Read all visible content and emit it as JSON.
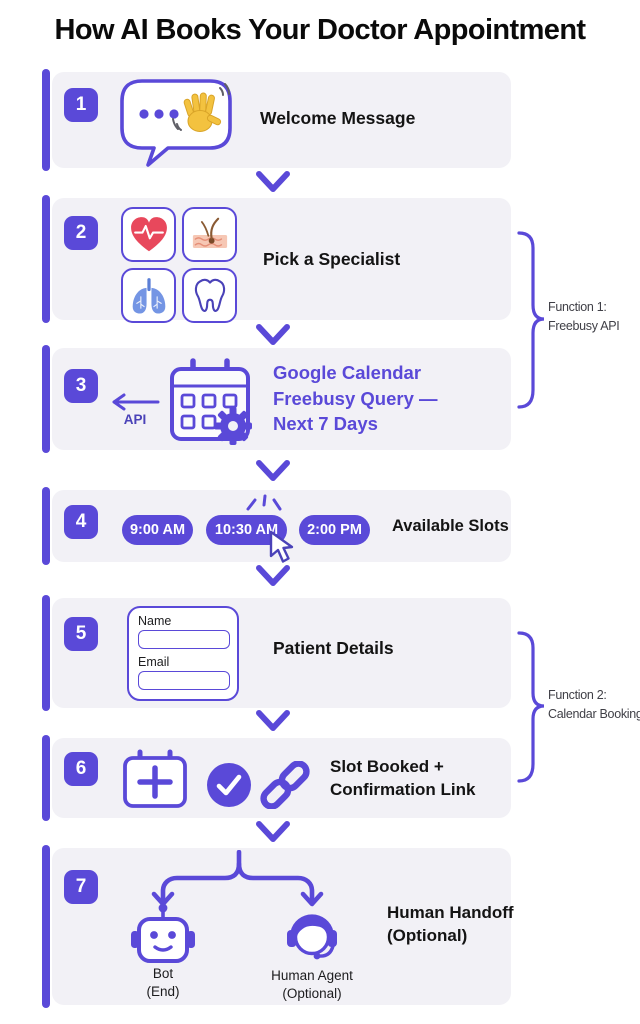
{
  "title": "How AI Books Your Doctor Appointment",
  "colors": {
    "accent": "#5A49D8",
    "row_background": "#F2F1F6",
    "title_text": "#0A0A0A",
    "heart_red": "#E8485C",
    "skin_peach": "#F6C7B4",
    "hair_brown": "#8A5A33",
    "lungs_blue": "#7495E4",
    "hand_yellow": "#F3C23F",
    "function_label": "#3F3F46"
  },
  "steps": [
    {
      "num": "1",
      "label": "Welcome Message"
    },
    {
      "num": "2",
      "label": "Pick a Specialist"
    },
    {
      "num": "3",
      "api_label": "API",
      "label_lines": [
        "Google Calendar",
        "Freebusy Query —",
        "Next 7 Days"
      ]
    },
    {
      "num": "4",
      "label": "Available Slots",
      "slots": [
        "9:00 AM",
        "10:30 AM",
        "2:00 PM"
      ]
    },
    {
      "num": "5",
      "label": "Patient Details",
      "form": {
        "name_label": "Name",
        "email_label": "Email"
      }
    },
    {
      "num": "6",
      "label_lines": [
        "Slot Booked +",
        "Confirmation Link"
      ]
    },
    {
      "num": "7",
      "label_lines": [
        "Human Handoff",
        "(Optional)"
      ],
      "bot_lines": [
        "Bot",
        "(End)"
      ],
      "agent_lines": [
        "Human Agent",
        "(Optional)"
      ]
    }
  ],
  "functions": [
    {
      "label_lines": [
        "Function 1:",
        "Freebusy API"
      ]
    },
    {
      "label_lines": [
        "Function 2:",
        "Calendar Booking"
      ]
    }
  ],
  "icons": [
    "chat-bubble-icon",
    "waving-hand-icon",
    "heart-pulse-icon",
    "skin-dermatology-icon",
    "lungs-icon",
    "tooth-icon",
    "api-arrow-icon",
    "calendar-gear-icon",
    "click-sparkle-icon",
    "cursor-pointer-icon",
    "calendar-plus-icon",
    "check-circle-icon",
    "link-icon",
    "branch-arrows-icon",
    "robot-icon",
    "human-agent-headset-icon",
    "chevron-down-icon",
    "curly-brace-icon"
  ]
}
